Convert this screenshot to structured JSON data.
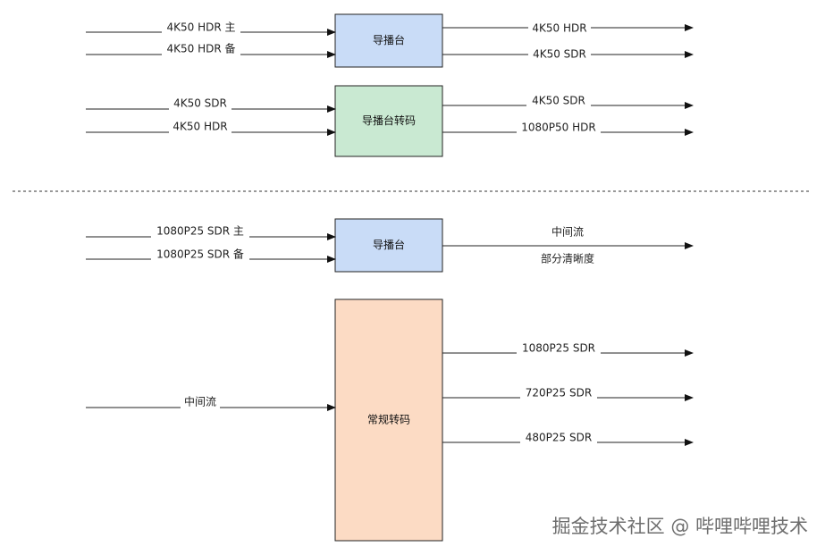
{
  "colors": {
    "blue_box": "#c9dcf7",
    "green_box": "#c9e9d2",
    "orange_box": "#fcdbc4",
    "stroke": "#222222"
  },
  "boxes": {
    "director1": "导播台",
    "director_transcode": "导播台转码",
    "director2": "导播台",
    "regular_transcode": "常规转码"
  },
  "labels": {
    "in_4k50_hdr_main": "4K50 HDR 主",
    "in_4k50_hdr_backup": "4K50 HDR 备",
    "out_4k50_hdr": "4K50 HDR",
    "out_4k50_sdr": "4K50 SDR",
    "in_4k50_sdr": "4K50 SDR",
    "in_4k50_hdr": "4K50 HDR",
    "out2_4k50_sdr": "4K50 SDR",
    "out_1080p50_hdr": "1080P50 HDR",
    "in_1080p25_sdr_main": "1080P25 SDR 主",
    "in_1080p25_sdr_backup": "1080P25 SDR 备",
    "out_intermediate_stream": "中间流",
    "out_partial_definition": "部分清晰度",
    "in_intermediate_stream": "中间流",
    "out_1080p25_sdr": "1080P25 SDR",
    "out_720p25_sdr": "720P25 SDR",
    "out_480p25_sdr": "480P25 SDR"
  },
  "watermark": "掘金技术社区 @ 哔哩哔哩技术"
}
